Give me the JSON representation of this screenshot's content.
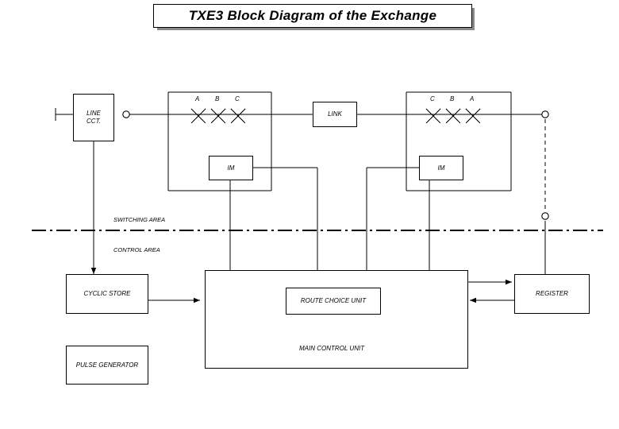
{
  "title": {
    "text": "TXE3 Block Diagram of the Exchange"
  },
  "areas": {
    "switching": "SWITCHING AREA",
    "control": "CONTROL AREA"
  },
  "nodes": {
    "line_cct": "LINE\nCCT.",
    "link": "LINK",
    "im_left": "IM",
    "im_right": "IM",
    "cyclic_store": "CYCLIC STORE",
    "pulse_generator": "PULSE GENERATOR",
    "main_control_unit": "MAIN CONTROL UNIT",
    "route_choice_unit": "ROUTE CHOICE UNIT",
    "register": "REGISTER"
  },
  "crosspoints": {
    "left_stage_labels": [
      "A",
      "B",
      "C"
    ],
    "right_stage_labels": [
      "C",
      "B",
      "A"
    ]
  },
  "colors": {
    "line": "#000000",
    "background": "#ffffff",
    "title_shadow": "#8a8a8a"
  }
}
